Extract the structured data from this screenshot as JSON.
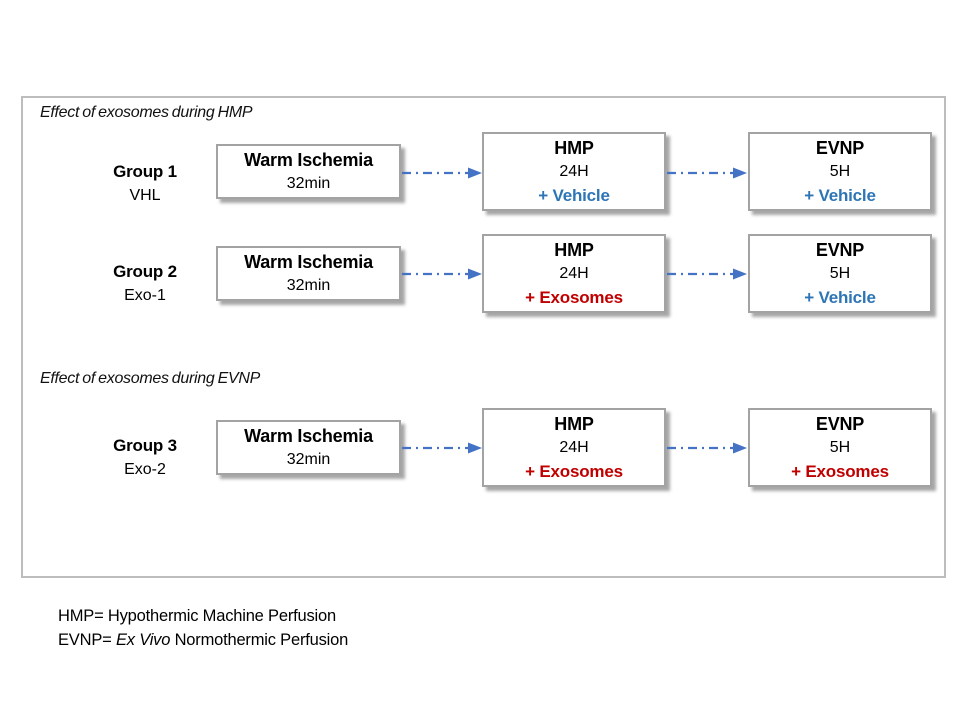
{
  "diagram": {
    "section1_title": "Effect of exosomes during HMP",
    "section2_title": "Effect of exosomes during EVNP",
    "arrow_color": "#4472C4",
    "colors": {
      "vehicle_blue": "#2E75B6",
      "exosome_red": "#C00000",
      "box_border_gray": "#a3a3a3",
      "panel_border_gray": "#bdbdbd"
    },
    "rows": [
      {
        "group_name": "Group 1",
        "group_sub": "VHL",
        "wi_title": "Warm Ischemia",
        "wi_time": "32min",
        "hmp_title": "HMP",
        "hmp_duration": "24H",
        "hmp_additive": "+ Vehicle",
        "hmp_additive_color": "#2E75B6",
        "evnp_title": "EVNP",
        "evnp_duration": "5H",
        "evnp_additive": "+ Vehicle",
        "evnp_additive_color": "#2E75B6"
      },
      {
        "group_name": "Group 2",
        "group_sub": "Exo-1",
        "wi_title": "Warm Ischemia",
        "wi_time": "32min",
        "hmp_title": "HMP",
        "hmp_duration": "24H",
        "hmp_additive": "+ Exosomes",
        "hmp_additive_color": "#C00000",
        "evnp_title": "EVNP",
        "evnp_duration": "5H",
        "evnp_additive": "+ Vehicle",
        "evnp_additive_color": "#2E75B6"
      },
      {
        "group_name": "Group 3",
        "group_sub": "Exo-2",
        "wi_title": "Warm Ischemia",
        "wi_time": "32min",
        "hmp_title": "HMP",
        "hmp_duration": "24H",
        "hmp_additive": "+ Exosomes",
        "hmp_additive_color": "#C00000",
        "evnp_title": "EVNP",
        "evnp_duration": "5H",
        "evnp_additive": "+ Exosomes",
        "evnp_additive_color": "#C00000"
      }
    ],
    "legend": {
      "line1": "HMP= Hypothermic Machine Perfusion",
      "line2_prefix": "EVNP= ",
      "line2_italic": "Ex Vivo",
      "line2_rest": " Normothermic Perfusion"
    }
  }
}
